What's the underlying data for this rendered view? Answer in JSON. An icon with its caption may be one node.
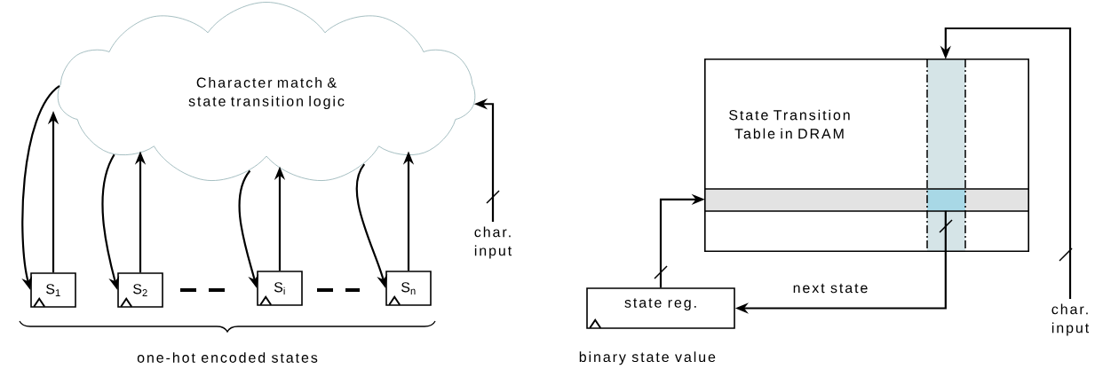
{
  "diagram": {
    "nodes": [
      {
        "text": [
          "Character match & state transition logic"
        ]
      },
      {
        "text": [
          "S$_{1}$"
        ]
      },
      {
        "text": [
          "S$_{2}$"
        ]
      },
      {
        "text": [
          "S$_{i}$"
        ]
      },
      {
        "text": [
          "S$_{n}$"
        ]
      },
      {
        "text": [
          "char. input"
        ]
      },
      {
        "text": [
          "State Transition Table in DRAM"
        ]
      },
      {
        "text": [
          "state reg."
        ],
        "beside": [
          "binary state value"
        ]
      },
      {
        "text": [
          "char. input"
        ]
      }
    ],
    "edges": [
      {
        "from": 0,
        "to": 1,
        "arrow": "to"
      },
      {
        "from": 1,
        "to": 0,
        "arrow": "to"
      },
      {
        "from": 0,
        "to": 2,
        "arrow": "to"
      },
      {
        "from": 2,
        "to": 0,
        "arrow": "to"
      },
      {
        "from": 0,
        "to": 3,
        "arrow": "to"
      },
      {
        "from": 3,
        "to": 0,
        "arrow": "to"
      },
      {
        "from": 0,
        "to": 4,
        "arrow": "to"
      },
      {
        "from": 4,
        "to": 0,
        "arrow": "to"
      },
      {
        "from": 5,
        "to": 0,
        "arrow": "to"
      },
      {
        "from": 7,
        "to": 6,
        "arrow": "to"
      },
      {
        "from": 6,
        "to": 7,
        "arrow": "to",
        "label": "next state"
      },
      {
        "from": 8,
        "to": 6,
        "arrow": "to"
      }
    ],
    "labels": [
      "one-hot encoded states"
    ]
  }
}
